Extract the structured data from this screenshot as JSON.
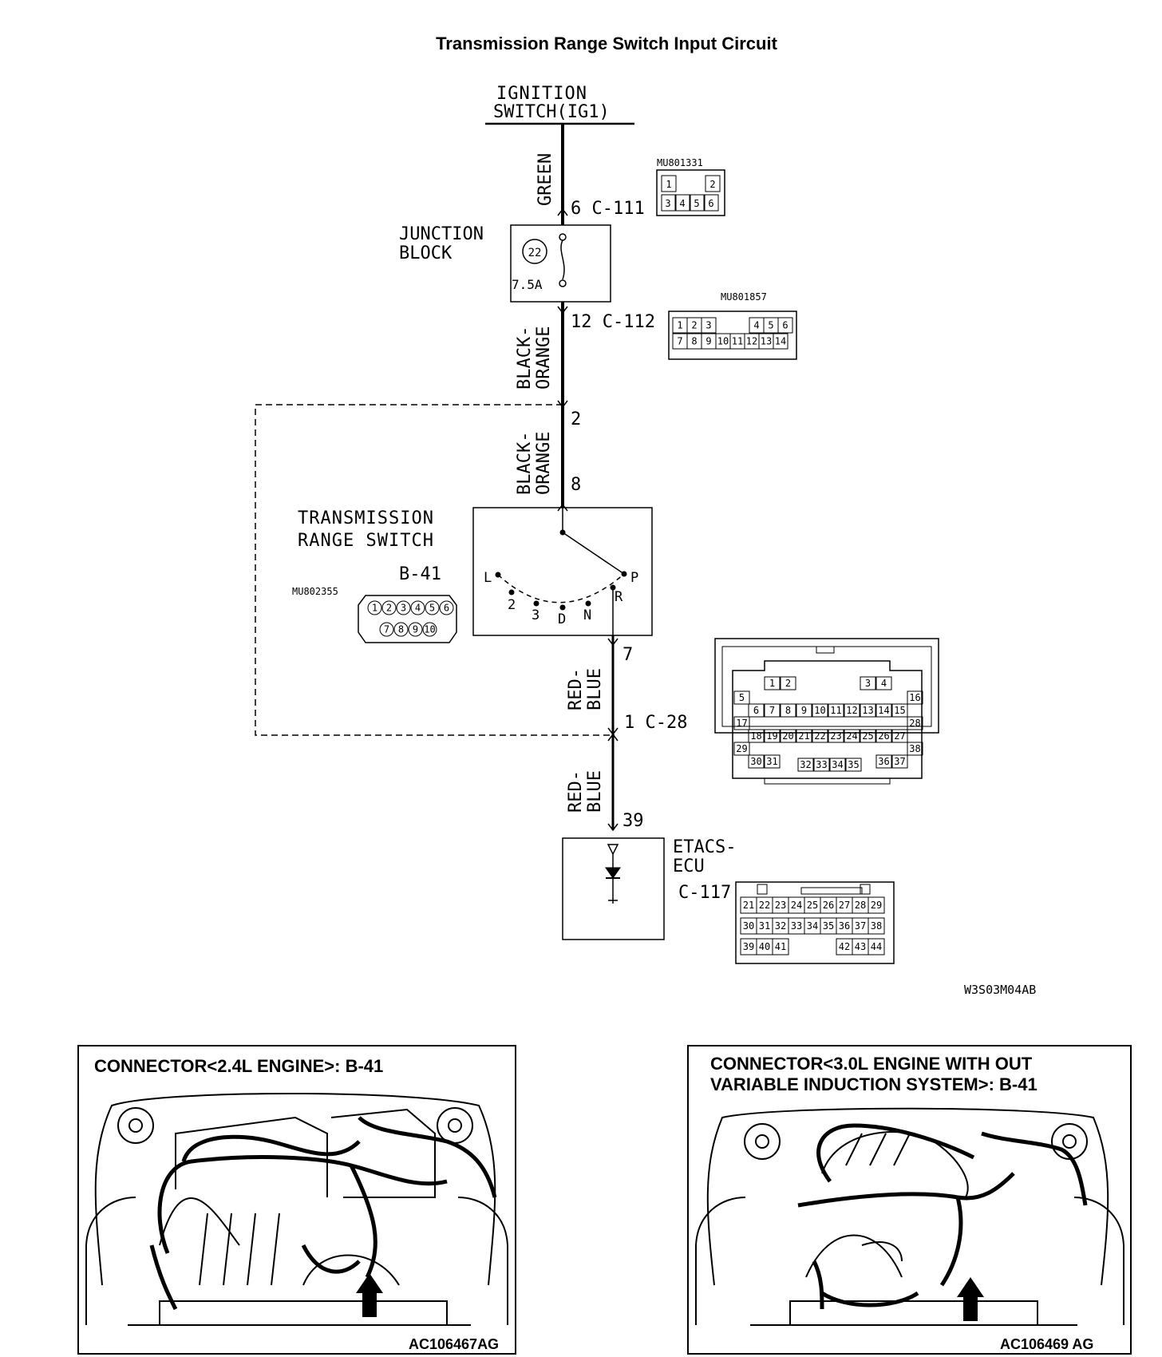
{
  "title": "Transmission Range Switch Input Circuit",
  "ignition": {
    "line1": "IGNITION",
    "line2": "SWITCH(IG1)"
  },
  "wires": {
    "green": "GREEN",
    "black1": "BLACK-",
    "orange1": "ORANGE",
    "black2": "BLACK-",
    "orange2": "ORANGE",
    "red1": "RED-",
    "blue1": "BLUE",
    "red2": "RED-",
    "blue2": "BLUE"
  },
  "pins": {
    "c111": "6 C-111",
    "c112": "12 C-112",
    "p2": "2",
    "p8": "8",
    "p7": "7",
    "c28": "1 C-28",
    "p39": "39"
  },
  "junction_block": {
    "line1": "JUNCTION",
    "line2": "BLOCK",
    "fuse_no": "22",
    "fuse_rating": "7.5A"
  },
  "trs": {
    "line1": "TRANSMISSION",
    "line2": "RANGE SWITCH",
    "connector": "B-41",
    "part": "MU802355",
    "positions": [
      "L",
      "2",
      "3",
      "D",
      "N",
      "R",
      "P"
    ]
  },
  "etacs": {
    "line1": "ETACS-",
    "line2": "ECU",
    "connector": "C-117"
  },
  "connectors": {
    "mu801331": {
      "part": "MU801331",
      "pins": [
        "1",
        "2",
        "3",
        "4",
        "5",
        "6"
      ]
    },
    "mu801857": {
      "part": "MU801857",
      "pins": [
        "1",
        "2",
        "3",
        "4",
        "5",
        "6",
        "7",
        "8",
        "9",
        "10",
        "11",
        "12",
        "13",
        "14"
      ]
    },
    "b41_pins": [
      "1",
      "2",
      "3",
      "4",
      "5",
      "6",
      "7",
      "8",
      "9",
      "10"
    ],
    "c28_pins": [
      "1",
      "2",
      "3",
      "4",
      "5",
      "6",
      "7",
      "8",
      "9",
      "10",
      "11",
      "12",
      "13",
      "14",
      "15",
      "16",
      "17",
      "18",
      "19",
      "20",
      "21",
      "22",
      "23",
      "24",
      "25",
      "26",
      "27",
      "28",
      "29",
      "30",
      "31",
      "32",
      "33",
      "34",
      "35",
      "36",
      "37",
      "38"
    ],
    "c117_pins": [
      "21",
      "22",
      "23",
      "24",
      "25",
      "26",
      "27",
      "28",
      "29",
      "30",
      "31",
      "32",
      "33",
      "34",
      "35",
      "36",
      "37",
      "38",
      "39",
      "40",
      "41",
      "42",
      "43",
      "44"
    ]
  },
  "diagram_code": "W3S03M04AB",
  "panel_left": {
    "title": "CONNECTOR<2.4L ENGINE>: B-41",
    "code": "AC106467AG"
  },
  "panel_right": {
    "title_line1": "CONNECTOR<3.0L ENGINE WITH OUT",
    "title_line2": "VARIABLE INDUCTION SYSTEM>: B-41",
    "code": "AC106469 AG"
  }
}
